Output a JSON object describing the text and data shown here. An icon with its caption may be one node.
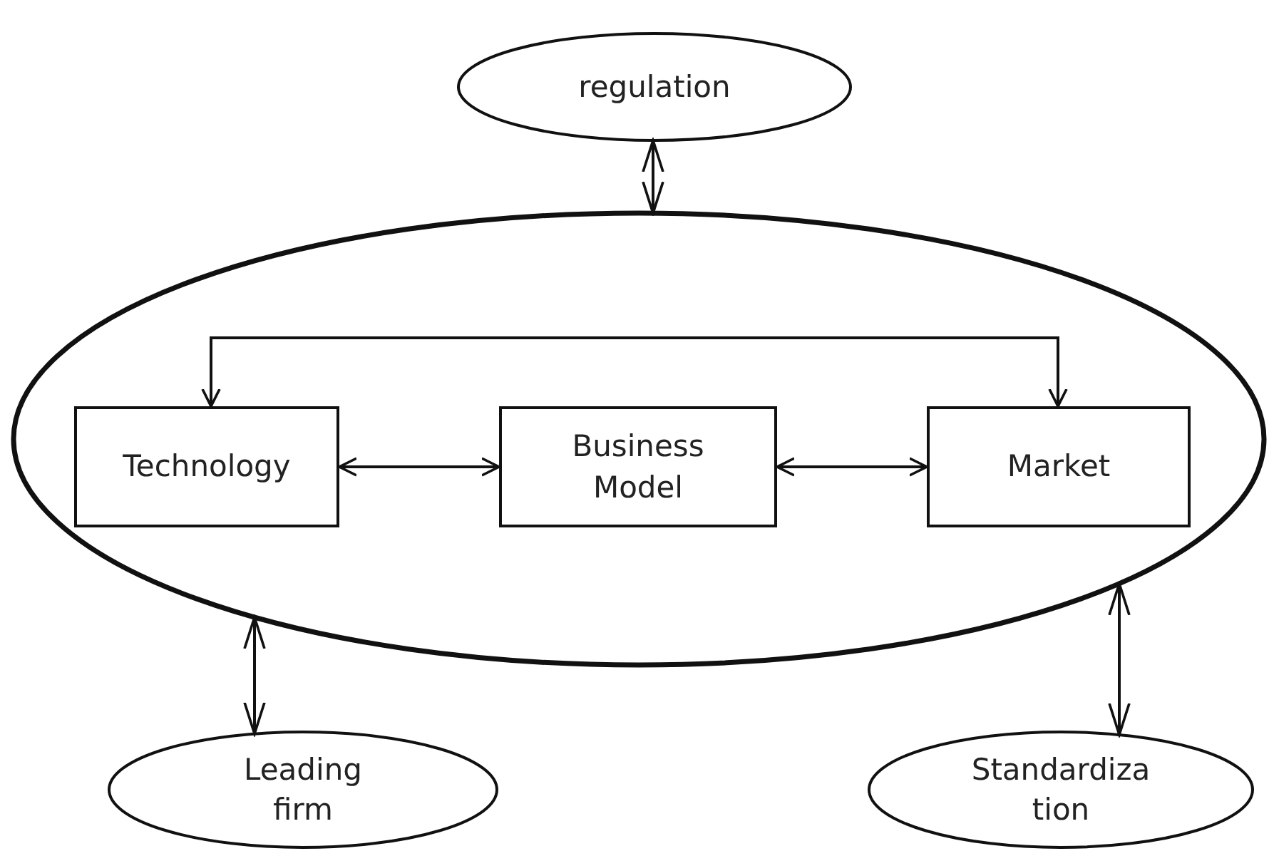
{
  "diagram": {
    "nodes": [
      {
        "text": [
          "regulation"
        ]
      },
      {
        "text": [],
        "shape": "ellipse"
      },
      {
        "text": [
          "Technology"
        ],
        "in": 1
      },
      {
        "text": [
          "Business Model"
        ],
        "in": 1
      },
      {
        "text": [
          "Market"
        ],
        "in": 1
      },
      {
        "text": [
          "Leading firm"
        ]
      },
      {
        "text": [
          "Standardiza tion"
        ]
      }
    ],
    "edges": [
      {
        "from": 0,
        "to": 1,
        "arrow": "both"
      },
      {
        "from": 2,
        "to": 3,
        "arrow": "both"
      },
      {
        "from": 3,
        "to": 4,
        "arrow": "both"
      },
      {
        "from": 2,
        "to": 4,
        "arrow": "both"
      },
      {
        "from": 1,
        "to": 5,
        "arrow": "both"
      },
      {
        "from": 1,
        "to": 6,
        "arrow": "both"
      }
    ]
  }
}
